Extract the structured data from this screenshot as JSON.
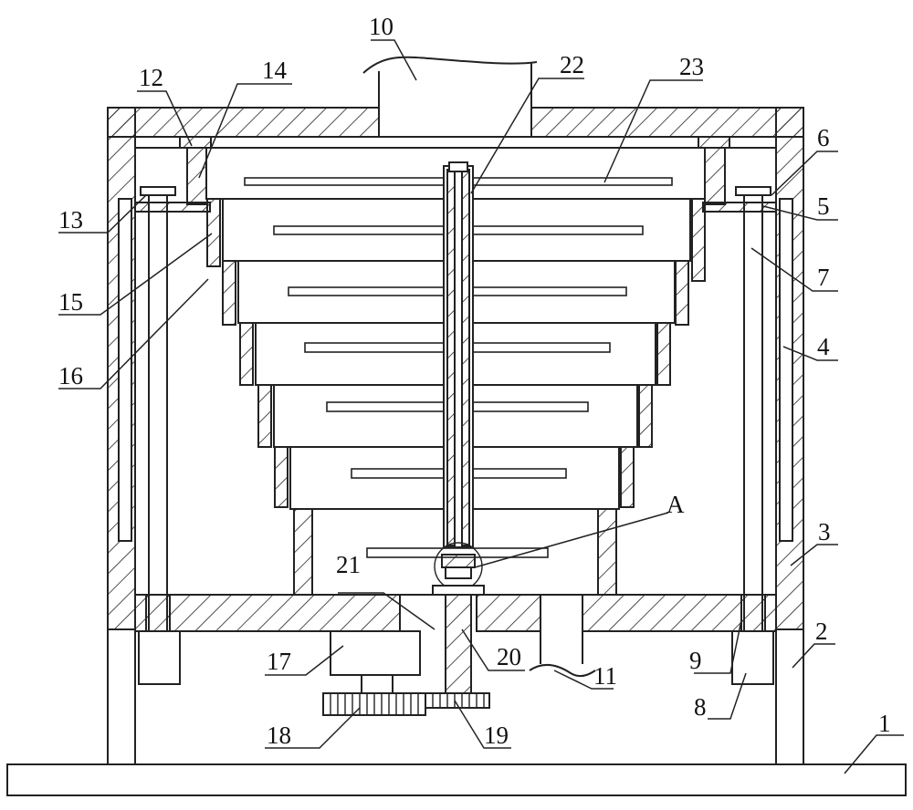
{
  "labels": {
    "l1": "1",
    "l2": "2",
    "l3": "3",
    "l4": "4",
    "l5": "5",
    "l6": "6",
    "l7": "7",
    "l8": "8",
    "l9": "9",
    "l10": "10",
    "l11": "11",
    "l12": "12",
    "l13": "13",
    "l14": "14",
    "l15": "15",
    "l16": "16",
    "l17": "17",
    "l18": "18",
    "l19": "19",
    "l20": "20",
    "l21": "21",
    "l22": "22",
    "l23": "23",
    "lA": "A"
  },
  "colors": {
    "stroke": "#222222",
    "background": "#ffffff"
  }
}
